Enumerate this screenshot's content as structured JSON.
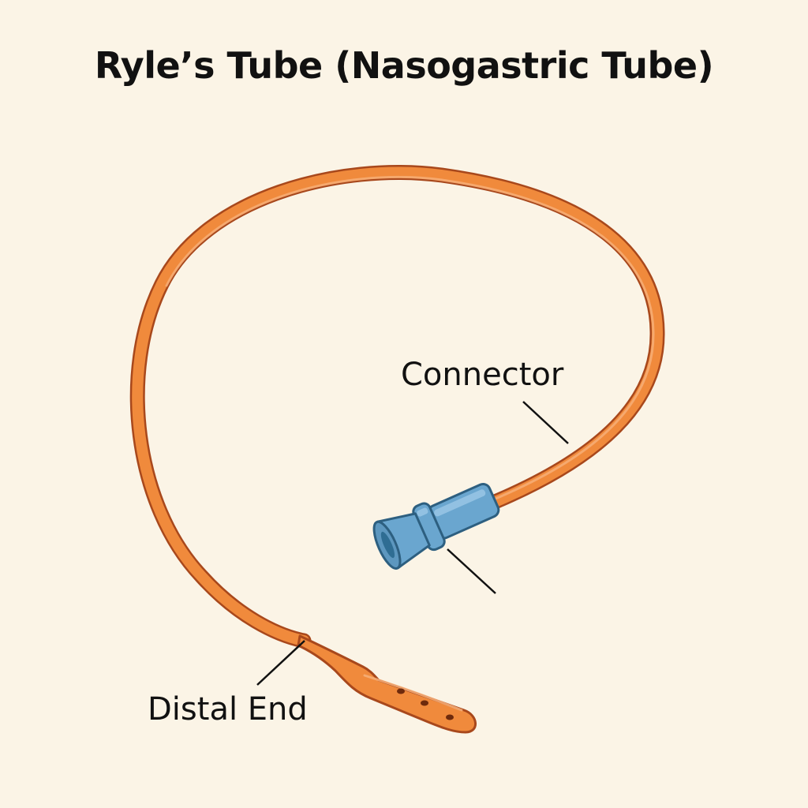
{
  "title": "Ryle’s Tube (Nasogastric Tube)",
  "labels": {
    "connector": "Connector",
    "distal_end": "Distal End"
  },
  "colors": {
    "background": "#fbf4e6",
    "tube_fill": "#f08a3c",
    "tube_outline": "#a8481c",
    "connector_fill": "#6aa6cf",
    "connector_outline": "#2d5f80",
    "text": "#111111"
  }
}
